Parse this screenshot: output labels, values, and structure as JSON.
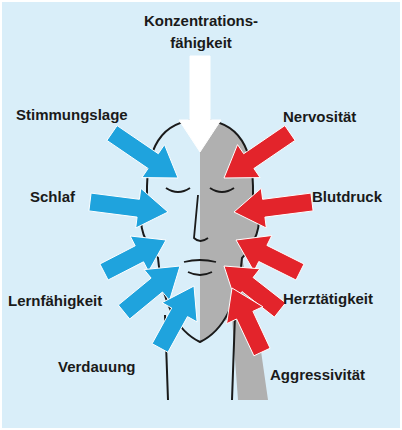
{
  "diagram": {
    "labels": [
      "Konzentrations- fähigkeit",
      "Stimmungslage",
      "Nervosität",
      "Schlaf",
      "Blutdruck",
      "Lernfähigkeit",
      "Herztätigkeit",
      "Verdauung",
      "Aggressivität"
    ]
  }
}
